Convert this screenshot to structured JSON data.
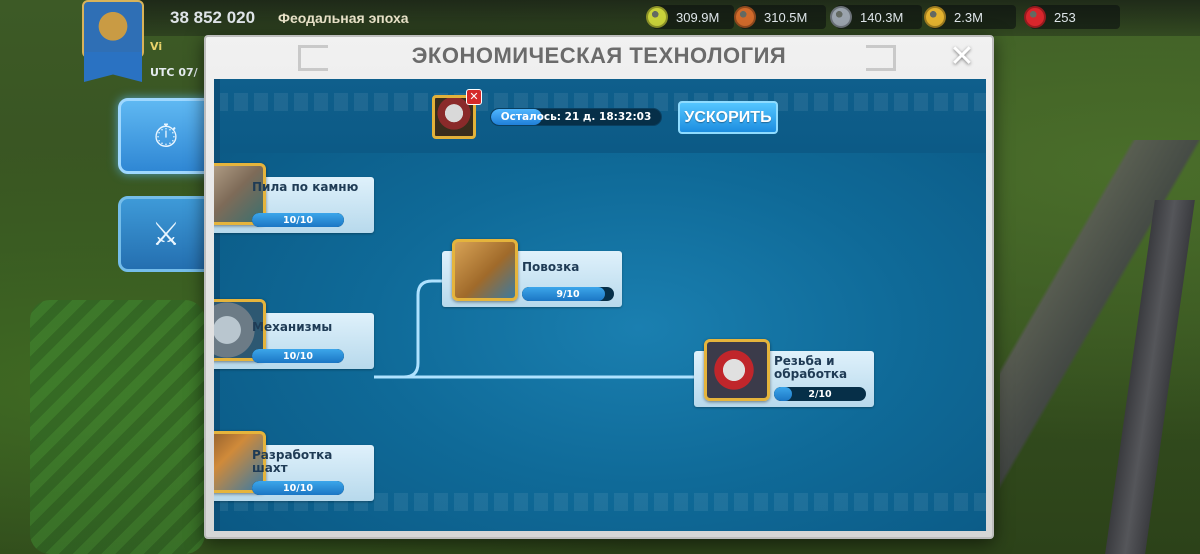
{
  "hud": {
    "power": "38 852 020",
    "era": "Феодальная эпоха",
    "side_info": "Vi",
    "side_time": "UTC 07/",
    "resources": [
      {
        "icon": "food-icon",
        "value": "309.9M",
        "color": "#c9d23a"
      },
      {
        "icon": "wood-icon",
        "value": "310.5M",
        "color": "#d06a2b"
      },
      {
        "icon": "stone-icon",
        "value": "140.3M",
        "color": "#9aa3ad"
      },
      {
        "icon": "gold-icon",
        "value": "2.3M",
        "color": "#e3b22f"
      },
      {
        "icon": "gem-icon",
        "value": "253",
        "color": "#d8262c"
      }
    ]
  },
  "modal": {
    "title": "ЭКОНОМИЧЕСКАЯ ТЕХНОЛОГИЯ",
    "close_label": "✕"
  },
  "research": {
    "timer_label": "Осталось: 21 д. 18:32:03",
    "progress": 0.3,
    "cancel_label": "✕",
    "speedup_label": "УСКОРИТЬ"
  },
  "techs": [
    {
      "id": "stone-saw",
      "name": "Пила по камню",
      "level": "10/10",
      "progress": 1.0,
      "thumb": "th-saw"
    },
    {
      "id": "mechanisms",
      "name": "Механизмы",
      "level": "10/10",
      "progress": 1.0,
      "thumb": "th-mech"
    },
    {
      "id": "mining",
      "name": "Разработка шахт",
      "level": "10/10",
      "progress": 1.0,
      "thumb": "th-mine"
    },
    {
      "id": "cart",
      "name": "Повозка",
      "level": "9/10",
      "progress": 0.9,
      "thumb": "th-cart"
    },
    {
      "id": "carving",
      "name": "Резьба и обработка",
      "level": "2/10",
      "progress": 0.2,
      "thumb": "th-carve"
    }
  ],
  "colors": {
    "accent": "#2f9be6",
    "gold_frame": "#e5b43c",
    "panel_bg": "#0f6a98"
  }
}
